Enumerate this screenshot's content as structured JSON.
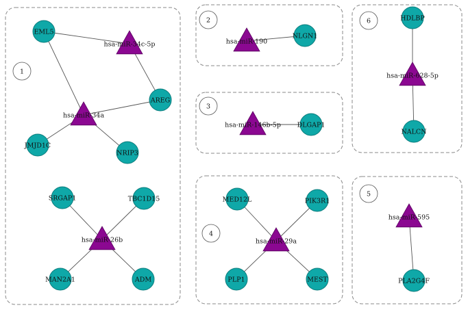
{
  "colors": {
    "gene": "#0fa8a8",
    "mirna": "#8b0891"
  },
  "modules": [
    {
      "id": "1",
      "nodes": [
        {
          "key": "EML5",
          "label": "EML5",
          "kind": "gene"
        },
        {
          "key": "m34c",
          "label": "hsa-miR-34c-5p",
          "kind": "mirna"
        },
        {
          "key": "AREG",
          "label": "AREG",
          "kind": "gene"
        },
        {
          "key": "m34a",
          "label": "hsa-miR-34a",
          "kind": "mirna"
        },
        {
          "key": "JMJD1C",
          "label": "JMJD1C",
          "kind": "gene"
        },
        {
          "key": "NRIP3",
          "label": "NRIP3",
          "kind": "gene"
        },
        {
          "key": "SRGAP1",
          "label": "SRGAP1",
          "kind": "gene"
        },
        {
          "key": "TBC1D15",
          "label": "TBC1D15",
          "kind": "gene"
        },
        {
          "key": "m26b",
          "label": "hsa-miR-26b",
          "kind": "mirna"
        },
        {
          "key": "MAN2A1",
          "label": "MAN2A1",
          "kind": "gene"
        },
        {
          "key": "ADM",
          "label": "ADM",
          "kind": "gene"
        }
      ],
      "edges": [
        [
          "EML5",
          "m34c"
        ],
        [
          "EML5",
          "m34a"
        ],
        [
          "m34c",
          "AREG"
        ],
        [
          "AREG",
          "m34a"
        ],
        [
          "m34a",
          "JMJD1C"
        ],
        [
          "m34a",
          "NRIP3"
        ],
        [
          "SRGAP1",
          "m26b"
        ],
        [
          "TBC1D15",
          "m26b"
        ],
        [
          "m26b",
          "MAN2A1"
        ],
        [
          "m26b",
          "ADM"
        ]
      ]
    },
    {
      "id": "2",
      "nodes": [
        {
          "key": "m190",
          "label": "hsa-miR-190",
          "kind": "mirna"
        },
        {
          "key": "NLGN1",
          "label": "NLGN1",
          "kind": "gene"
        }
      ],
      "edges": [
        [
          "m190",
          "NLGN1"
        ]
      ]
    },
    {
      "id": "3",
      "nodes": [
        {
          "key": "m146b",
          "label": "hsa-miR-146b-5p",
          "kind": "mirna"
        },
        {
          "key": "DLGAP1",
          "label": "DLGAP1",
          "kind": "gene"
        }
      ],
      "edges": [
        [
          "m146b",
          "DLGAP1"
        ]
      ]
    },
    {
      "id": "4",
      "nodes": [
        {
          "key": "MED12L",
          "label": "MED12L",
          "kind": "gene"
        },
        {
          "key": "PIK3R1",
          "label": "PIK3R1",
          "kind": "gene"
        },
        {
          "key": "m29a",
          "label": "hsa-miR-29a",
          "kind": "mirna"
        },
        {
          "key": "PLP1",
          "label": "PLP1",
          "kind": "gene"
        },
        {
          "key": "MEST",
          "label": "MEST",
          "kind": "gene"
        }
      ],
      "edges": [
        [
          "MED12L",
          "m29a"
        ],
        [
          "PIK3R1",
          "m29a"
        ],
        [
          "m29a",
          "PLP1"
        ],
        [
          "m29a",
          "MEST"
        ]
      ]
    },
    {
      "id": "5",
      "nodes": [
        {
          "key": "m595",
          "label": "hsa-miR-595",
          "kind": "mirna"
        },
        {
          "key": "PLA2G4F",
          "label": "PLA2G4F",
          "kind": "gene"
        }
      ],
      "edges": [
        [
          "m595",
          "PLA2G4F"
        ]
      ]
    },
    {
      "id": "6",
      "nodes": [
        {
          "key": "HDLBP",
          "label": "HDLBP",
          "kind": "gene"
        },
        {
          "key": "m628",
          "label": "hsa-miR-628-5p",
          "kind": "mirna"
        },
        {
          "key": "NALCN",
          "label": "NALCN",
          "kind": "gene"
        }
      ],
      "edges": [
        [
          "HDLBP",
          "m628"
        ],
        [
          "m628",
          "NALCN"
        ]
      ]
    }
  ]
}
